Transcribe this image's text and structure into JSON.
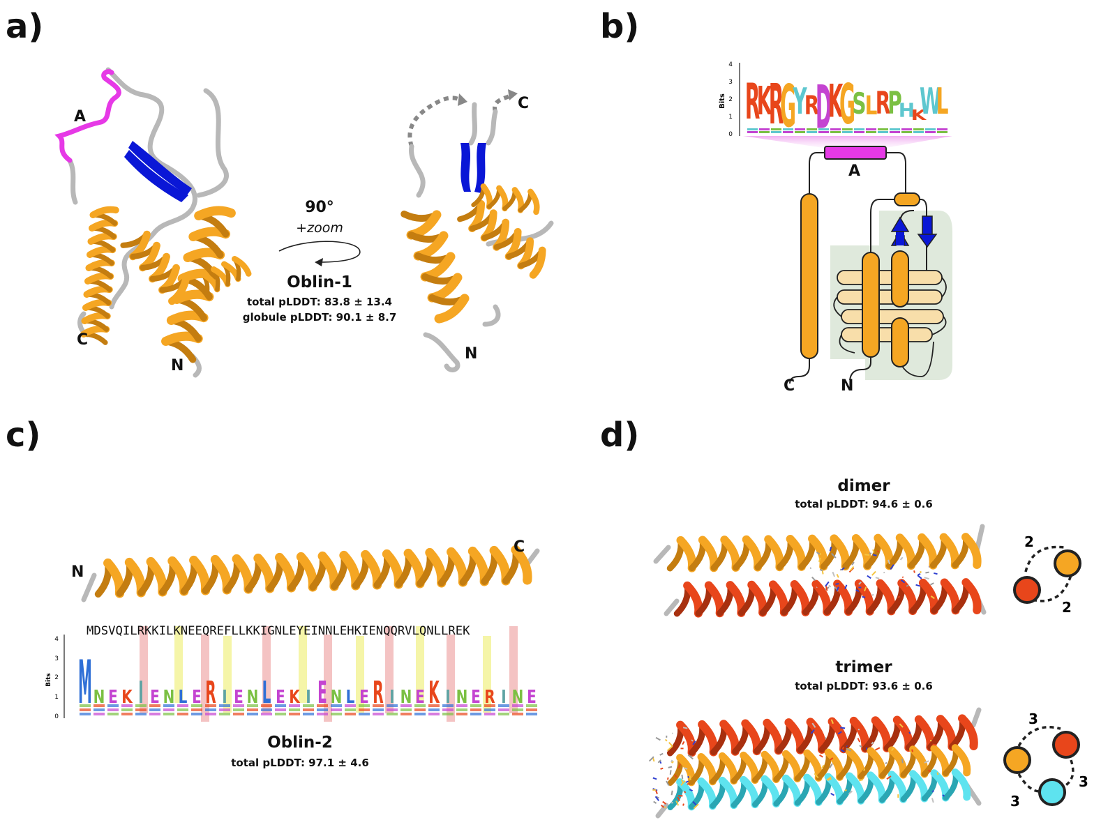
{
  "panels": {
    "a": {
      "label": "a)",
      "rotation": "90°",
      "zoom": "+zoom",
      "name": "Oblin-1",
      "plddt_total": "total pLDDT: 83.8 ± 13.4",
      "plddt_globule": "globule pLDDT: 90.1 ± 8.7",
      "left_view": {
        "label_a": "A",
        "label_c": "C",
        "label_n": "N"
      },
      "right_view": {
        "label_c": "C",
        "label_n": "N"
      }
    },
    "b": {
      "label": "b)",
      "logo_axis_title": "Bits",
      "logo_ticks": [
        "0",
        "1",
        "2",
        "3",
        "4"
      ],
      "logo_top": [
        "R",
        "K",
        "R",
        "G",
        "Y",
        "R",
        "D",
        "K",
        "G",
        "S",
        "L",
        "R",
        "P",
        "H",
        "K",
        "W",
        "L"
      ],
      "label_a": "A",
      "label_c": "C",
      "label_n": "N"
    },
    "c": {
      "label": "c)",
      "label_n": "N",
      "label_c": "C",
      "sequence": "MDSVQILRKKILKNEEQREFLLKKIGNLEYEINNLEHKIENQQRVLQNLLREK",
      "logo_axis_title": "Bits",
      "logo_ticks": [
        "0",
        "1",
        "2",
        "3",
        "4"
      ],
      "logo_letters": [
        "M",
        "N",
        "E",
        "K",
        "I",
        "E",
        "N",
        "L",
        "E",
        "R",
        "I",
        "E",
        "N",
        "L",
        "E",
        "K",
        "I",
        "E",
        "N",
        "L",
        "E",
        "R",
        "I",
        "N",
        "E",
        "K",
        "I",
        "N",
        "E",
        "R",
        "I",
        "N",
        "E"
      ],
      "name": "Oblin-2",
      "plddt_total": "total pLDDT: 97.1 ± 4.6"
    },
    "d": {
      "label": "d)",
      "dimer_title": "dimer",
      "dimer_plddt": "total pLDDT: 94.6 ± 0.6",
      "dimer_counts": [
        "2",
        "2"
      ],
      "trimer_title": "trimer",
      "trimer_plddt": "total pLDDT: 93.6 ± 0.6",
      "trimer_counts": [
        "3",
        "3",
        "3"
      ]
    }
  },
  "colors": {
    "helix": "#f5a623",
    "helix_dark": "#c47d10",
    "loop": "#b8b8b8",
    "strand": "#0a17d6",
    "motif": "#e639e6",
    "chain_red": "#e8461b",
    "chain_cyan": "#5ee3ef",
    "shade": "#dfe9dc",
    "helix_light": "#f8deaa",
    "hi_red": "#f4c3c3",
    "hi_yellow": "#f5f5a8"
  }
}
